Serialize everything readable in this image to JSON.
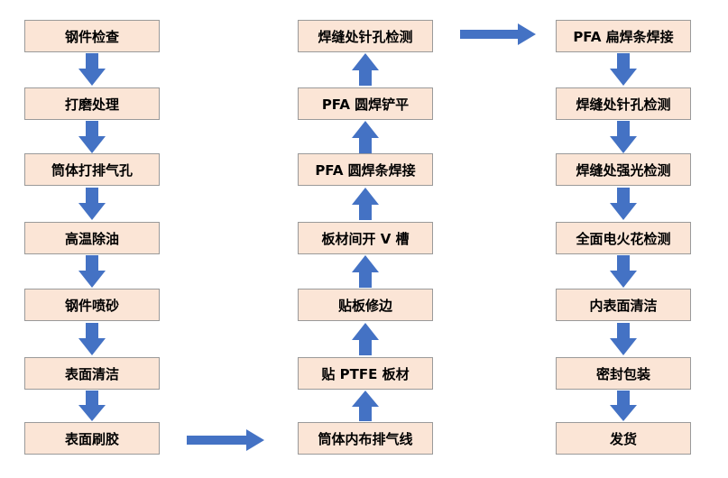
{
  "colors": {
    "box_fill": "#fbe5d6",
    "box_border": "#9a9a9a",
    "arrow": "#4472c4"
  },
  "columns": [
    {
      "direction": "down",
      "steps": [
        "钢件检查",
        "打磨处理",
        "筒体打排气孔",
        "高温除油",
        "钢件喷砂",
        "表面清洁",
        "表面刷胶"
      ]
    },
    {
      "direction": "up",
      "steps": [
        "焊缝处针孔检测",
        "PFA 圆焊铲平",
        "PFA 圆焊条焊接",
        "板材间开 V 槽",
        "贴板修边",
        "贴 PTFE 板材",
        "筒体内布排气线"
      ]
    },
    {
      "direction": "down",
      "steps": [
        "PFA 扁焊条焊接",
        "焊缝处针孔检测",
        "焊缝处强光检测",
        "全面电火花检测",
        "内表面清洁",
        "密封包装",
        "发货"
      ]
    }
  ],
  "connectors": [
    {
      "from": "columns.0.steps.6",
      "to": "columns.1.steps.6",
      "direction": "right"
    },
    {
      "from": "columns.1.steps.0",
      "to": "columns.2.steps.0",
      "direction": "right"
    }
  ]
}
